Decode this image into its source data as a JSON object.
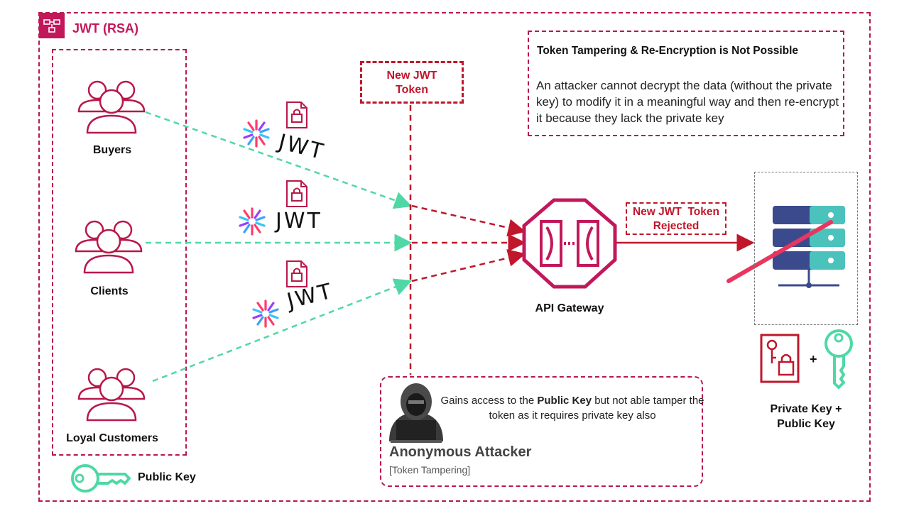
{
  "header": {
    "title": "JWT (RSA)"
  },
  "clients": [
    {
      "label": "Buyers"
    },
    {
      "label": "Clients"
    },
    {
      "label": "Loyal Customers"
    }
  ],
  "jwt_label": "JWT",
  "public_key_label": "Public Key",
  "new_token_label": "New JWT Token",
  "rejected_label": "New JWT  Token Rejected",
  "gateway_label": "API Gateway",
  "info_box": {
    "title": "Token Tampering & Re-Encryption is Not Possible",
    "body": "An attacker cannot decrypt the data (without the private key) to modify it in a meaningful way and then re-encrypt it because they lack the private key"
  },
  "attacker": {
    "desc_pre": "Gains access to the ",
    "desc_bold": "Public Key",
    "desc_post": " but not able tamper the token as it requires private key also",
    "name": "Anonymous Attacker",
    "subtitle": "[Token Tampering]"
  },
  "keys_label": "Private Key + Public Key",
  "plus": "+",
  "colors": {
    "frame": "#b8184a",
    "people": "#b8184a",
    "arrow_green": "#4fd8a6",
    "arrow_red": "#c0172b",
    "key_green": "#4fd8a6",
    "server": "#2f3d7a"
  }
}
